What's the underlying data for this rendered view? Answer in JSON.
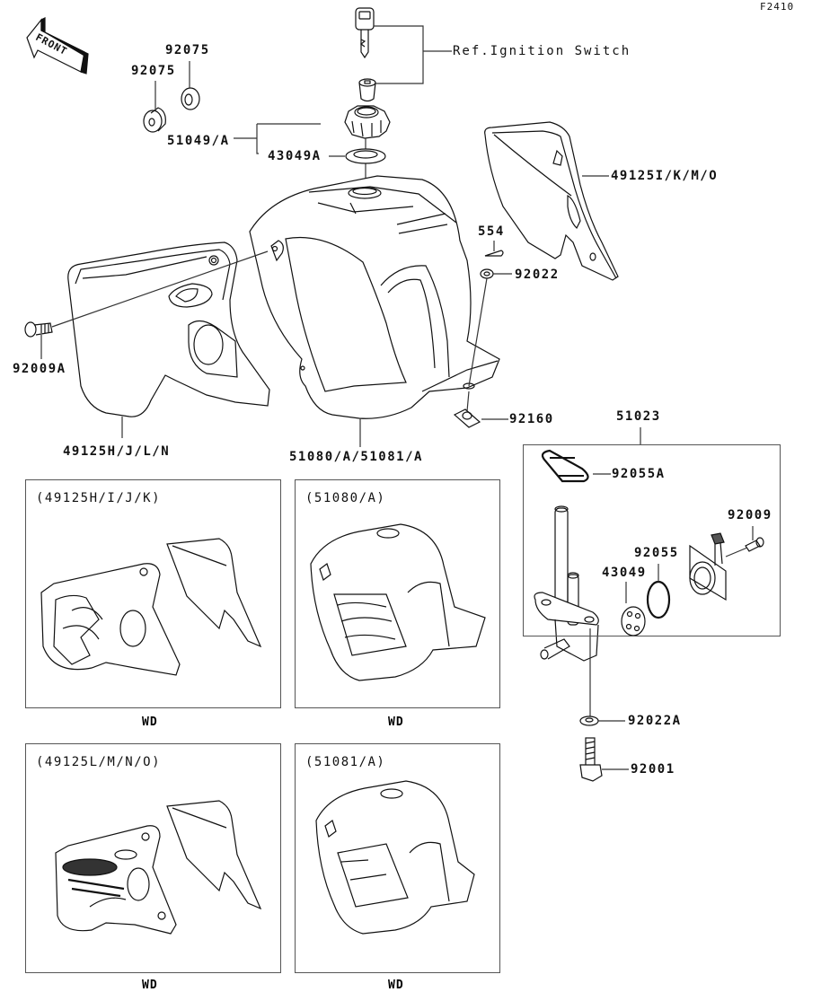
{
  "figure_code": "F2410",
  "front_marker": "FRONT",
  "reference": {
    "ignition_switch": "Ref.Ignition Switch"
  },
  "callouts": {
    "bushing_a": "92075",
    "bushing_b": "92075",
    "cap": "51049/A",
    "gasket_cap": "43049A",
    "side_cover_right": "49125I/K/M/O",
    "pin": "554",
    "washer": "92022",
    "screw_left": "92009A",
    "side_cover_left": "49125H/J/L/N",
    "tank": "51080/A/51081/A",
    "nut": "92160",
    "fuel_cock": "51023",
    "gasket_cock": "92055A",
    "screw_cock": "92009",
    "o_ring": "92055",
    "gasket_lever": "43049",
    "washer_a": "92022A",
    "bolt": "92001"
  },
  "insets": [
    {
      "title": "(49125H/I/J/K)",
      "note": "WD"
    },
    {
      "title": "(51080/A)",
      "note": "WD"
    },
    {
      "title": "(49125L/M/N/O)",
      "note": "WD"
    },
    {
      "title": "(51081/A)",
      "note": "WD"
    }
  ],
  "colors": {
    "line": "#000000",
    "box_border": "#555555",
    "background": "#ffffff"
  }
}
